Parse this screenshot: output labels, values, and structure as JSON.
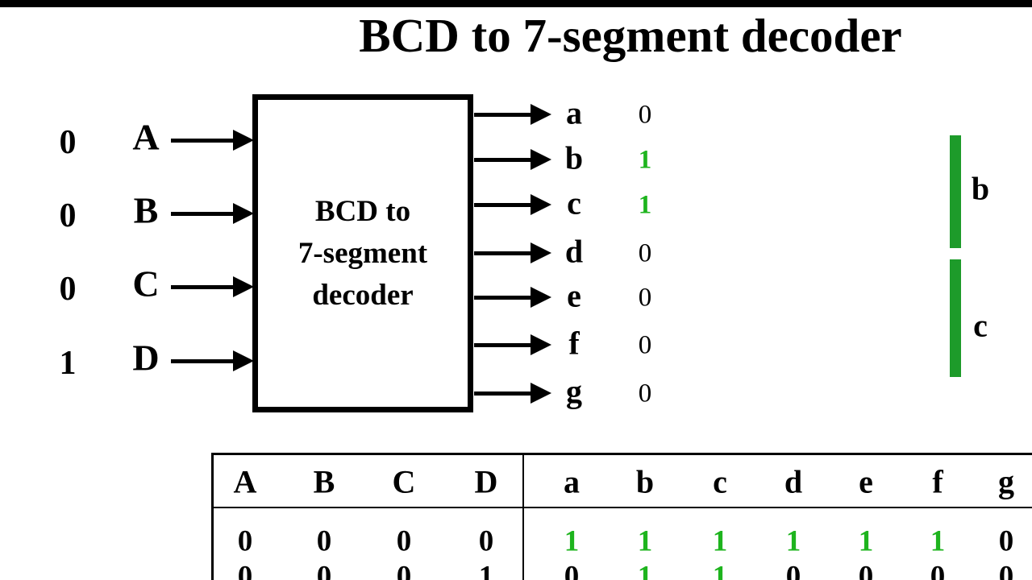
{
  "title": "BCD to 7-segment decoder",
  "colors": {
    "digit_on_green": "#1eb41e",
    "segment_green": "#1d9b2a",
    "digit_off_black": "#000000"
  },
  "decoder_box": {
    "label_lines": [
      "BCD to",
      "7-segment",
      "decoder"
    ]
  },
  "inputs": [
    {
      "name": "A",
      "value": "0"
    },
    {
      "name": "B",
      "value": "0"
    },
    {
      "name": "C",
      "value": "0"
    },
    {
      "name": "D",
      "value": "1"
    }
  ],
  "outputs": [
    {
      "name": "a",
      "value": "0"
    },
    {
      "name": "b",
      "value": "1"
    },
    {
      "name": "c",
      "value": "1"
    },
    {
      "name": "d",
      "value": "0"
    },
    {
      "name": "e",
      "value": "0"
    },
    {
      "name": "f",
      "value": "0"
    },
    {
      "name": "g",
      "value": "0"
    }
  ],
  "segment_display": {
    "lit_segments": [
      {
        "name": "b"
      },
      {
        "name": "c"
      }
    ]
  },
  "truth_table": {
    "input_headers": [
      "A",
      "B",
      "C",
      "D"
    ],
    "output_headers": [
      "a",
      "b",
      "c",
      "d",
      "e",
      "f",
      "g"
    ],
    "rows": [
      {
        "inputs": [
          "0",
          "0",
          "0",
          "0"
        ],
        "outputs": [
          "1",
          "1",
          "1",
          "1",
          "1",
          "1",
          "0"
        ]
      },
      {
        "inputs": [
          "0",
          "0",
          "0",
          "1"
        ],
        "outputs": [
          "0",
          "1",
          "1",
          "0",
          "0",
          "0",
          "0"
        ]
      }
    ]
  }
}
